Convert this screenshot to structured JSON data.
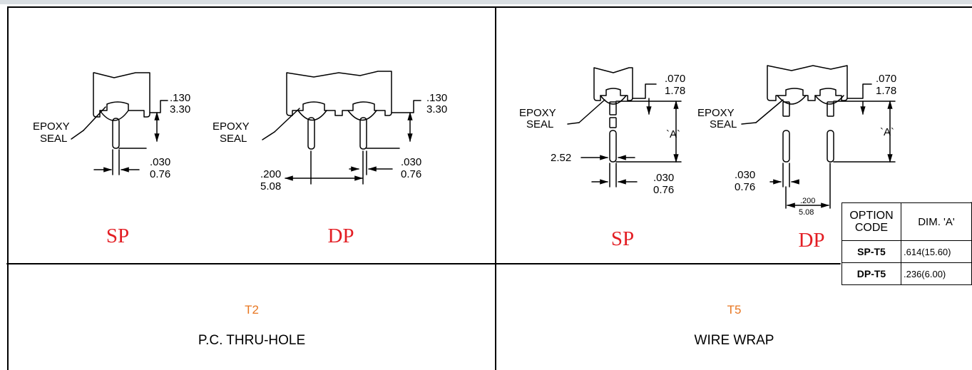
{
  "colors": {
    "code": "#e87722",
    "variant": "#e31e24",
    "line": "#000000"
  },
  "t2": {
    "code": "T2",
    "title": "P.C. THRU-HOLE",
    "sp": {
      "label": "SP",
      "epoxy1": "EPOXY",
      "epoxy2": "SEAL",
      "dim_top_in": ".130",
      "dim_top_mm": "3.30",
      "dim_bot_in": ".030",
      "dim_bot_mm": "0.76"
    },
    "dp": {
      "label": "DP",
      "epoxy1": "EPOXY",
      "epoxy2": "SEAL",
      "dim_top_in": ".130",
      "dim_top_mm": "3.30",
      "pitch_in": ".200",
      "pitch_mm": "5.08",
      "dim_bot_in": ".030",
      "dim_bot_mm": "0.76"
    }
  },
  "t5": {
    "code": "T5",
    "title": "WIRE WRAP",
    "sp": {
      "label": "SP",
      "epoxy1": "EPOXY",
      "epoxy2": "SEAL",
      "dim_top_in": ".070",
      "dim_top_mm": "1.78",
      "dim_a": "`A`",
      "dim_side": "2.52",
      "dim_bot_in": ".030",
      "dim_bot_mm": "0.76"
    },
    "dp": {
      "label": "DP",
      "epoxy1": "EPOXY",
      "epoxy2": "SEAL",
      "dim_top_in": ".070",
      "dim_top_mm": "1.78",
      "dim_a": "`A`",
      "dim_left_in": ".030",
      "dim_left_mm": "0.76",
      "pitch_in": ".200",
      "pitch_mm": "5.08"
    },
    "table": {
      "header_1a": "OPTION",
      "header_1b": "CODE",
      "header_2": "DIM. 'A'",
      "rows": [
        {
          "code": "SP-T5",
          "dim": ".614(15.60)"
        },
        {
          "code": "DP-T5",
          "dim": ".236(6.00)"
        }
      ]
    }
  }
}
